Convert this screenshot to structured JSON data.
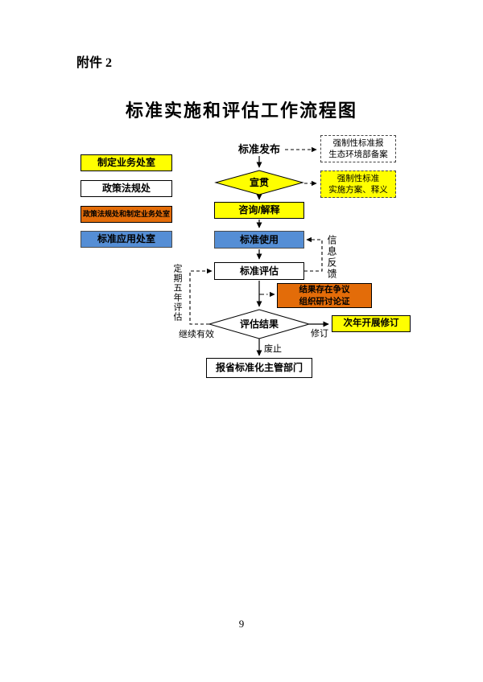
{
  "page": {
    "attachment_label": "附件 2",
    "title": "标准实施和评估工作流程图",
    "page_number": "9"
  },
  "legend": {
    "items": [
      {
        "label": "制定业务处室",
        "color": "#FFFF00"
      },
      {
        "label": "政策法规处",
        "color": "#FFFFFF"
      },
      {
        "label": "政策法规处和制定业务处室",
        "color": "#E36C09"
      },
      {
        "label": "标准应用处室",
        "color": "#558ED5"
      }
    ]
  },
  "flowchart": {
    "nodes": {
      "publish": {
        "label": "标准发布"
      },
      "record_note": {
        "line1": "强制性标准报",
        "line2": "生态环境部备案"
      },
      "promote": {
        "label": "宣贯"
      },
      "plan_note": {
        "line1": "强制性标准",
        "line2": "实施方案、释义"
      },
      "consult": {
        "label": "咨询/解释"
      },
      "use": {
        "label": "标准使用"
      },
      "evaluate": {
        "label": "标准评估"
      },
      "dispute": {
        "line1": "结果存在争议",
        "line2": "组织研讨论证"
      },
      "result": {
        "label": "评估结果"
      },
      "revise_next_year": {
        "label": "次年开展修订"
      },
      "report": {
        "label": "报省标准化主管部门"
      }
    },
    "edge_labels": {
      "feedback": "信息反馈",
      "five_year_review": "定期五年评估",
      "continue_valid": "继续有效",
      "revise": "修订",
      "abolish": "废止"
    }
  }
}
